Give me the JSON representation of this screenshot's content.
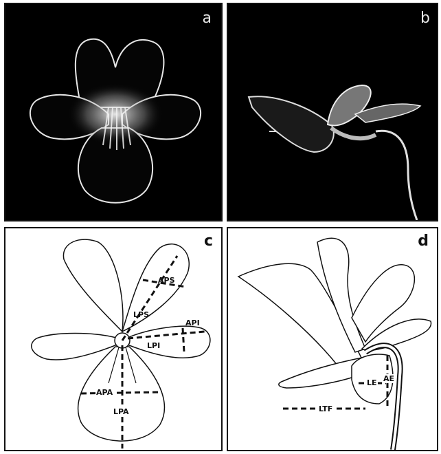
{
  "panels": {
    "a": {
      "letter": "a"
    },
    "b": {
      "letter": "b"
    },
    "c": {
      "letter": "c",
      "labels": {
        "aps": "APS",
        "lps": "LPS",
        "api": "API",
        "lpi": "LPI",
        "apa": "APA",
        "lpa": "LPA"
      }
    },
    "d": {
      "letter": "d",
      "labels": {
        "le": "LE",
        "ae": "AE",
        "ltf": "LTF"
      }
    }
  },
  "colors": {
    "photo_bg": "#000000",
    "diagram_bg": "#ffffff",
    "outline": "#111111"
  }
}
